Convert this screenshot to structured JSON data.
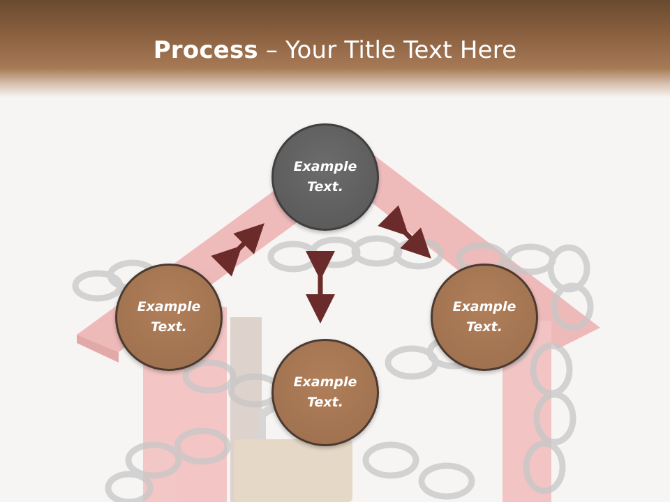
{
  "slide": {
    "title_bold": "Process",
    "title_rest": " – Your Title Text Here"
  },
  "nodes": {
    "top": {
      "line1": "Example",
      "line2": "Text."
    },
    "left": {
      "line1": "Example",
      "line2": "Text."
    },
    "right": {
      "line1": "Example",
      "line2": "Text."
    },
    "bottom": {
      "line1": "Example",
      "line2": "Text."
    }
  },
  "colors": {
    "header": "#8a6040",
    "node_gray": "#616161",
    "node_brown": "#a67553",
    "arrow": "#6b2b2b"
  }
}
